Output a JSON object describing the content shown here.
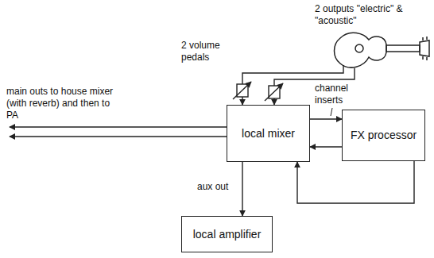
{
  "diagram": {
    "nodes": [
      {
        "text": [
          "local mixer"
        ]
      },
      {
        "text": [
          "FX processor"
        ]
      },
      {
        "text": [
          "local amplifier"
        ]
      }
    ],
    "edges": [
      {
        "from": 0,
        "to": 1,
        "arrow": "to"
      },
      {
        "from": 1,
        "to": 0,
        "arrow": "to"
      },
      {
        "from": 1,
        "to": 0,
        "arrow": "to"
      },
      {
        "from": 0,
        "to": 2,
        "arrow": "to"
      }
    ],
    "labels": [
      "2 outputs \"electric\" & \"acoustic\"",
      "2 volume pedals",
      "channel inserts",
      "main outs to house mixer (with reverb) and then to PA",
      "aux out"
    ]
  }
}
